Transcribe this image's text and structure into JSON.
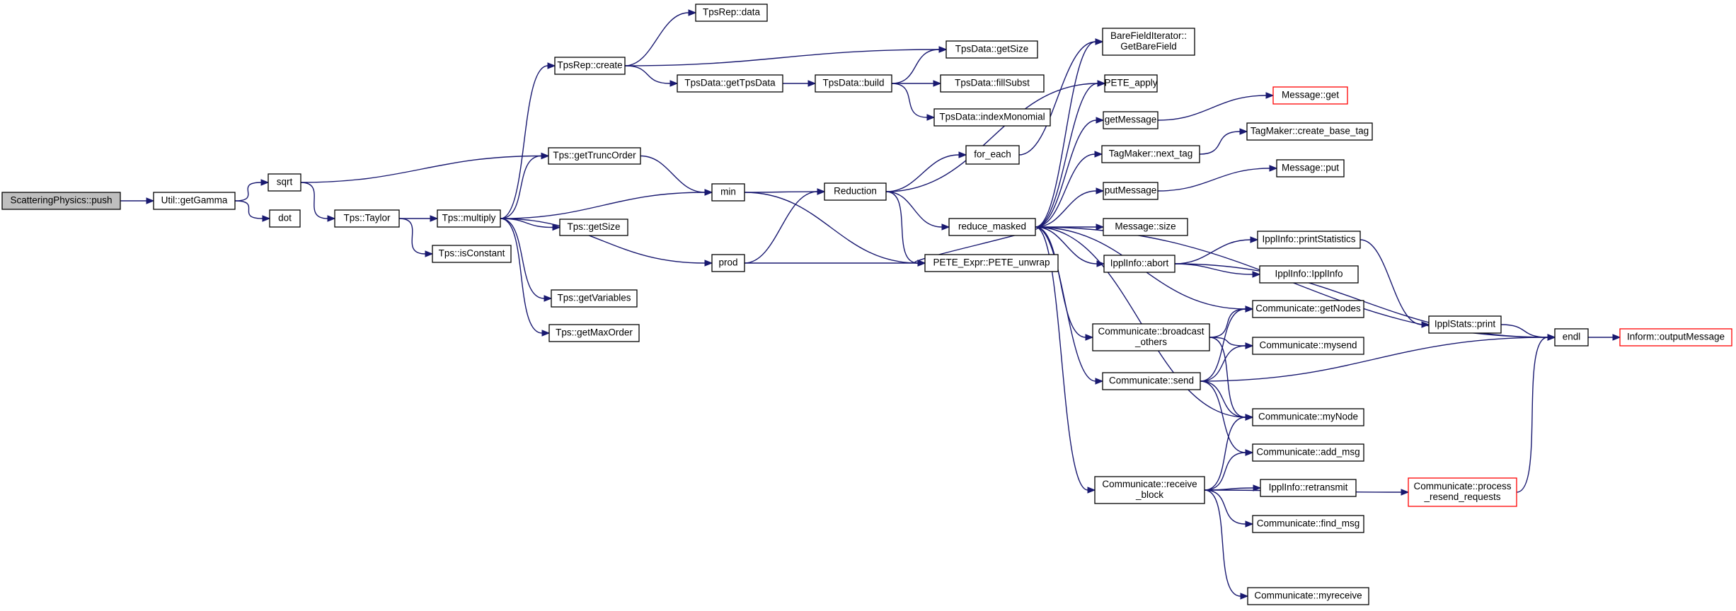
{
  "graph": {
    "colors": {
      "edge": "#191970",
      "root_fill": "#bfbfbf",
      "truncated_border": "#ff0000",
      "border": "#000000"
    },
    "nodes": [
      {
        "id": "n0",
        "lines": [
          "ScatteringPhysics::push"
        ],
        "root": true
      },
      {
        "id": "n1",
        "lines": [
          "Util::getGamma"
        ]
      },
      {
        "id": "n2",
        "lines": [
          "sqrt"
        ]
      },
      {
        "id": "n3",
        "lines": [
          "dot"
        ]
      },
      {
        "id": "n4",
        "lines": [
          "Tps::Taylor"
        ]
      },
      {
        "id": "n5",
        "lines": [
          "Tps::getTruncOrder"
        ]
      },
      {
        "id": "n6",
        "lines": [
          "Tps::multiply"
        ]
      },
      {
        "id": "n7",
        "lines": [
          "Tps::isConstant"
        ]
      },
      {
        "id": "n8",
        "lines": [
          "min"
        ]
      },
      {
        "id": "n9",
        "lines": [
          "TpsRep::create"
        ]
      },
      {
        "id": "n10",
        "lines": [
          "Tps::getSize"
        ]
      },
      {
        "id": "n11",
        "lines": [
          "Tps::getVariables"
        ]
      },
      {
        "id": "n12",
        "lines": [
          "Tps::getMaxOrder"
        ]
      },
      {
        "id": "n13",
        "lines": [
          "prod"
        ]
      },
      {
        "id": "n14",
        "lines": [
          "TpsRep::data"
        ]
      },
      {
        "id": "n15",
        "lines": [
          "TpsData::getSize"
        ]
      },
      {
        "id": "n16",
        "lines": [
          "TpsData::getTpsData"
        ]
      },
      {
        "id": "n17",
        "lines": [
          "TpsData::build"
        ]
      },
      {
        "id": "n18",
        "lines": [
          "TpsData::fillSubst"
        ]
      },
      {
        "id": "n19",
        "lines": [
          "TpsData::indexMonomial"
        ]
      },
      {
        "id": "n20",
        "lines": [
          "Reduction"
        ]
      },
      {
        "id": "n21",
        "lines": [
          "PETE_Expr::PETE_unwrap"
        ]
      },
      {
        "id": "n22",
        "lines": [
          "for_each"
        ]
      },
      {
        "id": "n23",
        "lines": [
          "reduce_masked"
        ]
      },
      {
        "id": "n24",
        "lines": [
          "BareFieldIterator::",
          "GetBareField"
        ]
      },
      {
        "id": "n25",
        "lines": [
          "PETE_apply"
        ]
      },
      {
        "id": "n26",
        "lines": [
          "getMessage"
        ]
      },
      {
        "id": "n27",
        "lines": [
          "TagMaker::next_tag"
        ]
      },
      {
        "id": "n28",
        "lines": [
          "putMessage"
        ]
      },
      {
        "id": "n29",
        "lines": [
          "Message::size"
        ]
      },
      {
        "id": "n30",
        "lines": [
          "IpplInfo::abort"
        ]
      },
      {
        "id": "n31",
        "lines": [
          "Communicate::getNodes"
        ]
      },
      {
        "id": "n32",
        "lines": [
          "Communicate::broadcast",
          "_others"
        ]
      },
      {
        "id": "n33",
        "lines": [
          "Communicate::send"
        ]
      },
      {
        "id": "n34",
        "lines": [
          "Communicate::receive",
          "_block"
        ]
      },
      {
        "id": "n35",
        "lines": [
          "Message::get"
        ],
        "truncated": true
      },
      {
        "id": "n36",
        "lines": [
          "TagMaker::create_base_tag"
        ]
      },
      {
        "id": "n37",
        "lines": [
          "Message::put"
        ]
      },
      {
        "id": "n38",
        "lines": [
          "IpplInfo::printStatistics"
        ]
      },
      {
        "id": "n39",
        "lines": [
          "IpplInfo::IpplInfo"
        ]
      },
      {
        "id": "n40",
        "lines": [
          "Communicate::mysend"
        ]
      },
      {
        "id": "n41",
        "lines": [
          "Communicate::myNode"
        ]
      },
      {
        "id": "n42",
        "lines": [
          "Communicate::add_msg"
        ]
      },
      {
        "id": "n43",
        "lines": [
          "IpplInfo::retransmit"
        ]
      },
      {
        "id": "n44",
        "lines": [
          "Communicate::find_msg"
        ]
      },
      {
        "id": "n45",
        "lines": [
          "Communicate::myreceive"
        ]
      },
      {
        "id": "n46",
        "lines": [
          "Communicate::process",
          "_resend_requests"
        ],
        "truncated": true
      },
      {
        "id": "n47",
        "lines": [
          "IpplStats::print"
        ]
      },
      {
        "id": "n48",
        "lines": [
          "endl"
        ]
      },
      {
        "id": "n49",
        "lines": [
          "Inform::outputMessage"
        ],
        "truncated": true
      }
    ],
    "edges": [
      [
        "n0",
        "n1"
      ],
      [
        "n1",
        "n2"
      ],
      [
        "n1",
        "n3"
      ],
      [
        "n2",
        "n5"
      ],
      [
        "n2",
        "n4"
      ],
      [
        "n4",
        "n6"
      ],
      [
        "n4",
        "n7"
      ],
      [
        "n6",
        "n9"
      ],
      [
        "n6",
        "n5"
      ],
      [
        "n6",
        "n8"
      ],
      [
        "n6",
        "n10"
      ],
      [
        "n6",
        "n11"
      ],
      [
        "n6",
        "n12"
      ],
      [
        "n6",
        "n13"
      ],
      [
        "n9",
        "n14"
      ],
      [
        "n9",
        "n15"
      ],
      [
        "n9",
        "n16"
      ],
      [
        "n16",
        "n17"
      ],
      [
        "n17",
        "n15"
      ],
      [
        "n17",
        "n18"
      ],
      [
        "n17",
        "n19"
      ],
      [
        "n5",
        "n8"
      ],
      [
        "n8",
        "n20"
      ],
      [
        "n8",
        "n21"
      ],
      [
        "n13",
        "n20"
      ],
      [
        "n13",
        "n21"
      ],
      [
        "n20",
        "n22"
      ],
      [
        "n20",
        "n25"
      ],
      [
        "n20",
        "n23"
      ],
      [
        "n20",
        "n21"
      ],
      [
        "n22",
        "n24"
      ],
      [
        "n23",
        "n21"
      ],
      [
        "n23",
        "n24"
      ],
      [
        "n23",
        "n25"
      ],
      [
        "n23",
        "n26"
      ],
      [
        "n23",
        "n27"
      ],
      [
        "n23",
        "n28"
      ],
      [
        "n23",
        "n29"
      ],
      [
        "n23",
        "n30"
      ],
      [
        "n23",
        "n31"
      ],
      [
        "n23",
        "n32"
      ],
      [
        "n23",
        "n33"
      ],
      [
        "n23",
        "n41"
      ],
      [
        "n23",
        "n34"
      ],
      [
        "n23",
        "n48"
      ],
      [
        "n26",
        "n35"
      ],
      [
        "n27",
        "n36"
      ],
      [
        "n28",
        "n37"
      ],
      [
        "n30",
        "n38"
      ],
      [
        "n30",
        "n39"
      ],
      [
        "n30",
        "n48"
      ],
      [
        "n32",
        "n31"
      ],
      [
        "n32",
        "n40"
      ],
      [
        "n32",
        "n41"
      ],
      [
        "n33",
        "n31"
      ],
      [
        "n33",
        "n40"
      ],
      [
        "n33",
        "n41"
      ],
      [
        "n33",
        "n42"
      ],
      [
        "n33",
        "n48"
      ],
      [
        "n34",
        "n41"
      ],
      [
        "n34",
        "n42"
      ],
      [
        "n34",
        "n43"
      ],
      [
        "n34",
        "n44"
      ],
      [
        "n34",
        "n45"
      ],
      [
        "n34",
        "n46"
      ],
      [
        "n38",
        "n47"
      ],
      [
        "n47",
        "n48"
      ],
      [
        "n46",
        "n48"
      ],
      [
        "n48",
        "n49"
      ]
    ]
  }
}
